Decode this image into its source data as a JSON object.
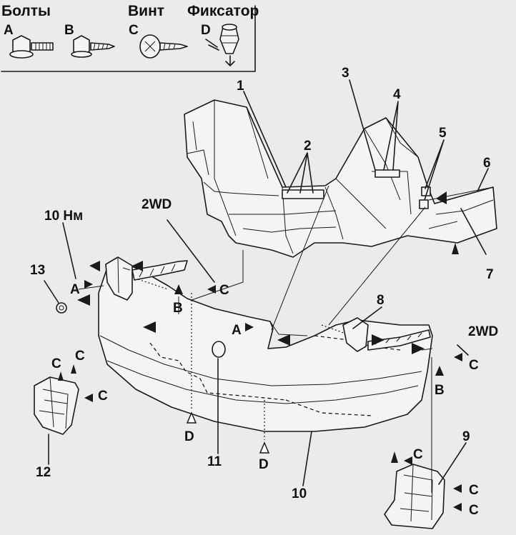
{
  "legend": {
    "bolts_label": "Болты",
    "screw_label": "Винт",
    "clip_label": "Фиксатор",
    "letter_a": "A",
    "letter_b": "B",
    "letter_c": "C",
    "letter_d": "D"
  },
  "callouts": {
    "n1": "1",
    "n2": "2",
    "n3": "3",
    "n4": "4",
    "n5": "5",
    "n6": "6",
    "n7": "7",
    "n8": "8",
    "n9": "9",
    "n10": "10",
    "n11": "11",
    "n12": "12",
    "n13": "13"
  },
  "annotations": {
    "torque": "10 Нм",
    "drive_left": "2WD",
    "drive_right": "2WD",
    "fastener_a": "A",
    "fastener_b": "B",
    "fastener_c": "C",
    "fastener_d": "D"
  }
}
